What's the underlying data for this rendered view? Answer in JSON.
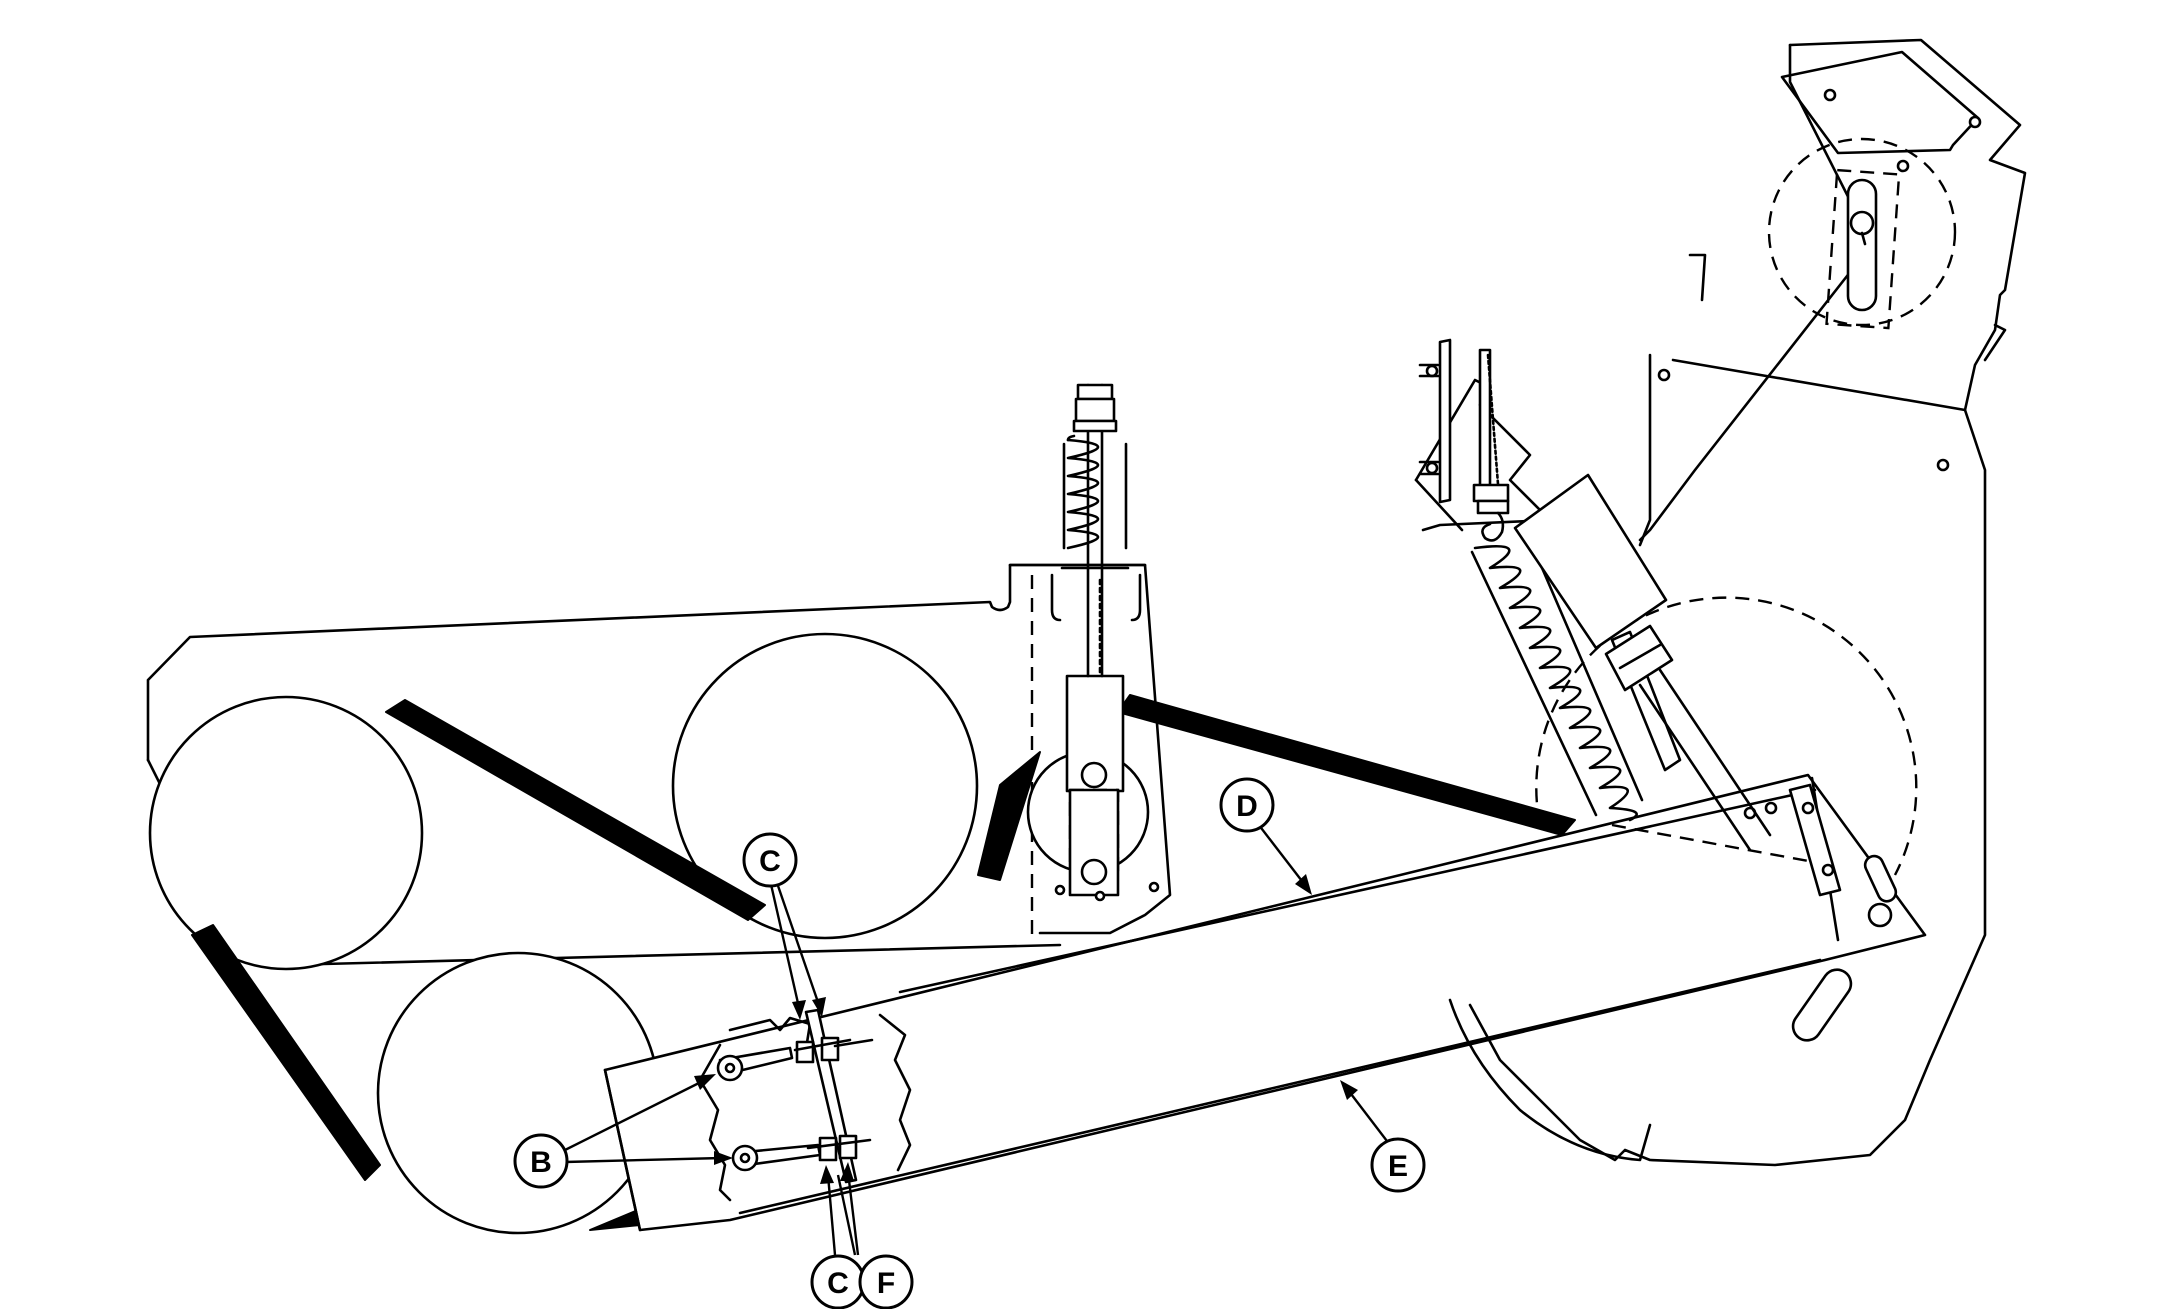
{
  "callouts": {
    "c_top": "C",
    "d": "D",
    "b": "B",
    "e": "E",
    "c_bottom": "C",
    "f": "F"
  }
}
